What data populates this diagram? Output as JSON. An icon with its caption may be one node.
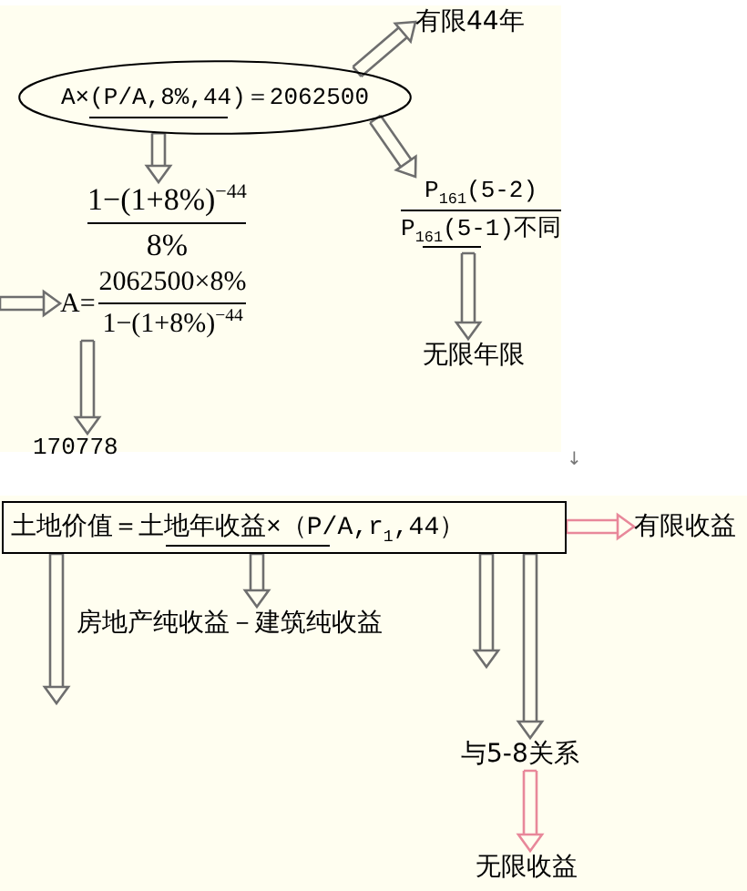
{
  "diagram": {
    "nodes": [
      {
        "text": [
          "有限44年"
        ]
      },
      {
        "text": [
          "A×(P/A,8%,44)＝2062500"
        ]
      },
      {
        "text": [
          "1−(1+8%)$^{−44}$",
          "8%"
        ]
      },
      {
        "text": [
          "P$_{161}$(5-2)",
          "P$_{161}$(5-1)不同"
        ]
      },
      {
        "text": [
          "A=",
          "2062500×8%",
          "1−(1+8%)$^{−44}$"
        ]
      },
      {
        "text": [
          "无限年限"
        ]
      },
      {
        "text": [
          "170778"
        ]
      },
      {
        "text": [
          "土地价值＝土地年收益×（P/A,r$_{1}$,44）"
        ]
      },
      {
        "text": [
          "有限收益"
        ]
      },
      {
        "text": [
          "房地产纯收益－建筑纯收益"
        ]
      },
      {
        "text": [
          "与5-8关系"
        ]
      },
      {
        "text": [
          "无限收益"
        ]
      }
    ],
    "edges": [
      {
        "from": 1,
        "to": 0,
        "arrow": "to"
      },
      {
        "from": 1,
        "to": 2,
        "arrow": "to"
      },
      {
        "from": 1,
        "to": 3,
        "arrow": "to"
      },
      {
        "from": 3,
        "to": 5,
        "arrow": "to"
      },
      {
        "from": null,
        "to": 4,
        "arrow": "to"
      },
      {
        "from": 4,
        "to": 6,
        "arrow": "to"
      },
      {
        "from": 7,
        "to": 8,
        "arrow": "to",
        "color": "#e8889a"
      },
      {
        "from": 7,
        "to": 9,
        "arrow": "to"
      },
      {
        "from": 7,
        "to": null,
        "arrow": "to"
      },
      {
        "from": 7,
        "to": null,
        "arrow": "to"
      },
      {
        "from": 7,
        "to": 10,
        "arrow": "to"
      },
      {
        "from": 10,
        "to": 11,
        "arrow": "to",
        "color": "#e8889a"
      }
    ],
    "labels": [
      "↓"
    ]
  }
}
